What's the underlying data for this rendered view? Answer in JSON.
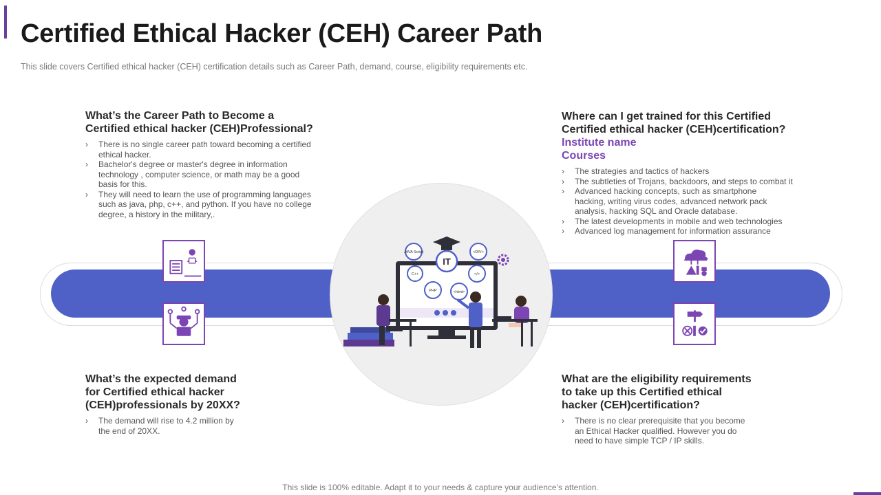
{
  "header": {
    "title": "Certified Ethical Hacker (CEH) Career Path",
    "subtitle": "This slide covers Certified ethical hacker (CEH) certification details such as Career Path, demand, course, eligibility requirements  etc."
  },
  "sections": {
    "career_path": {
      "heading_line1": "What’s the Career Path to Become a",
      "heading_line2": "Certified ethical hacker (CEH)Professional?",
      "bullets": [
        "There is no single career path toward becoming a certified ethical hacker.",
        "Bachelor's degree or master's degree in information technology , computer science, or math may be a good basis for this.",
        "They will need to learn the use of programming languages such as java, php, c++, and python. If you have no college degree, a history in the military,."
      ]
    },
    "training": {
      "heading_line1": "Where can I get trained for this Certified",
      "heading_line2": "Certified ethical hacker (CEH)certification?",
      "institute": "Institute  name",
      "courses": "Courses",
      "bullets": [
        "The strategies and tactics of hackers",
        "The subtleties of Trojans, backdoors, and steps to combat it",
        "Advanced hacking concepts, such as smartphone hacking, writing virus codes, advanced network pack analysis, hacking SQL and Oracle database.",
        "The latest developments in mobile and web technologies",
        "Advanced log management for information assurance"
      ]
    },
    "demand": {
      "heading_line1": "What’s the expected demand",
      "heading_line2": "for Certified ethical hacker",
      "heading_line3": "(CEH)professionals  by 20XX?",
      "bullets": [
        "The demand will rise to 4.2 million by the end of 20XX."
      ]
    },
    "eligibility": {
      "heading_line1": "What are the eligibility requirements",
      "heading_line2": "to take up this Certified ethical",
      "heading_line3": "hacker (CEH)certification?",
      "bullets": [
        "There is no clear prerequisite that you become an Ethical Hacker qualified. However you do need to have simple TCP / IP skills."
      ]
    }
  },
  "illustration": {
    "center_label": "IT",
    "bubbles": [
      "JAVA Script",
      "C++",
      "PHP",
      "<html>",
      "<DIV>",
      "</>"
    ]
  },
  "icons": {
    "top_left": "hacker-laptop-icon",
    "bottom_left": "hacker-network-icon",
    "top_right": "cloud-training-icon",
    "bottom_right": "signpost-checklist-icon"
  },
  "colors": {
    "accent": "#7b45b3",
    "track": "#4f60c7"
  },
  "footer": {
    "text": "This slide is 100% editable. Adapt it to your needs & capture your audience’s attention."
  }
}
